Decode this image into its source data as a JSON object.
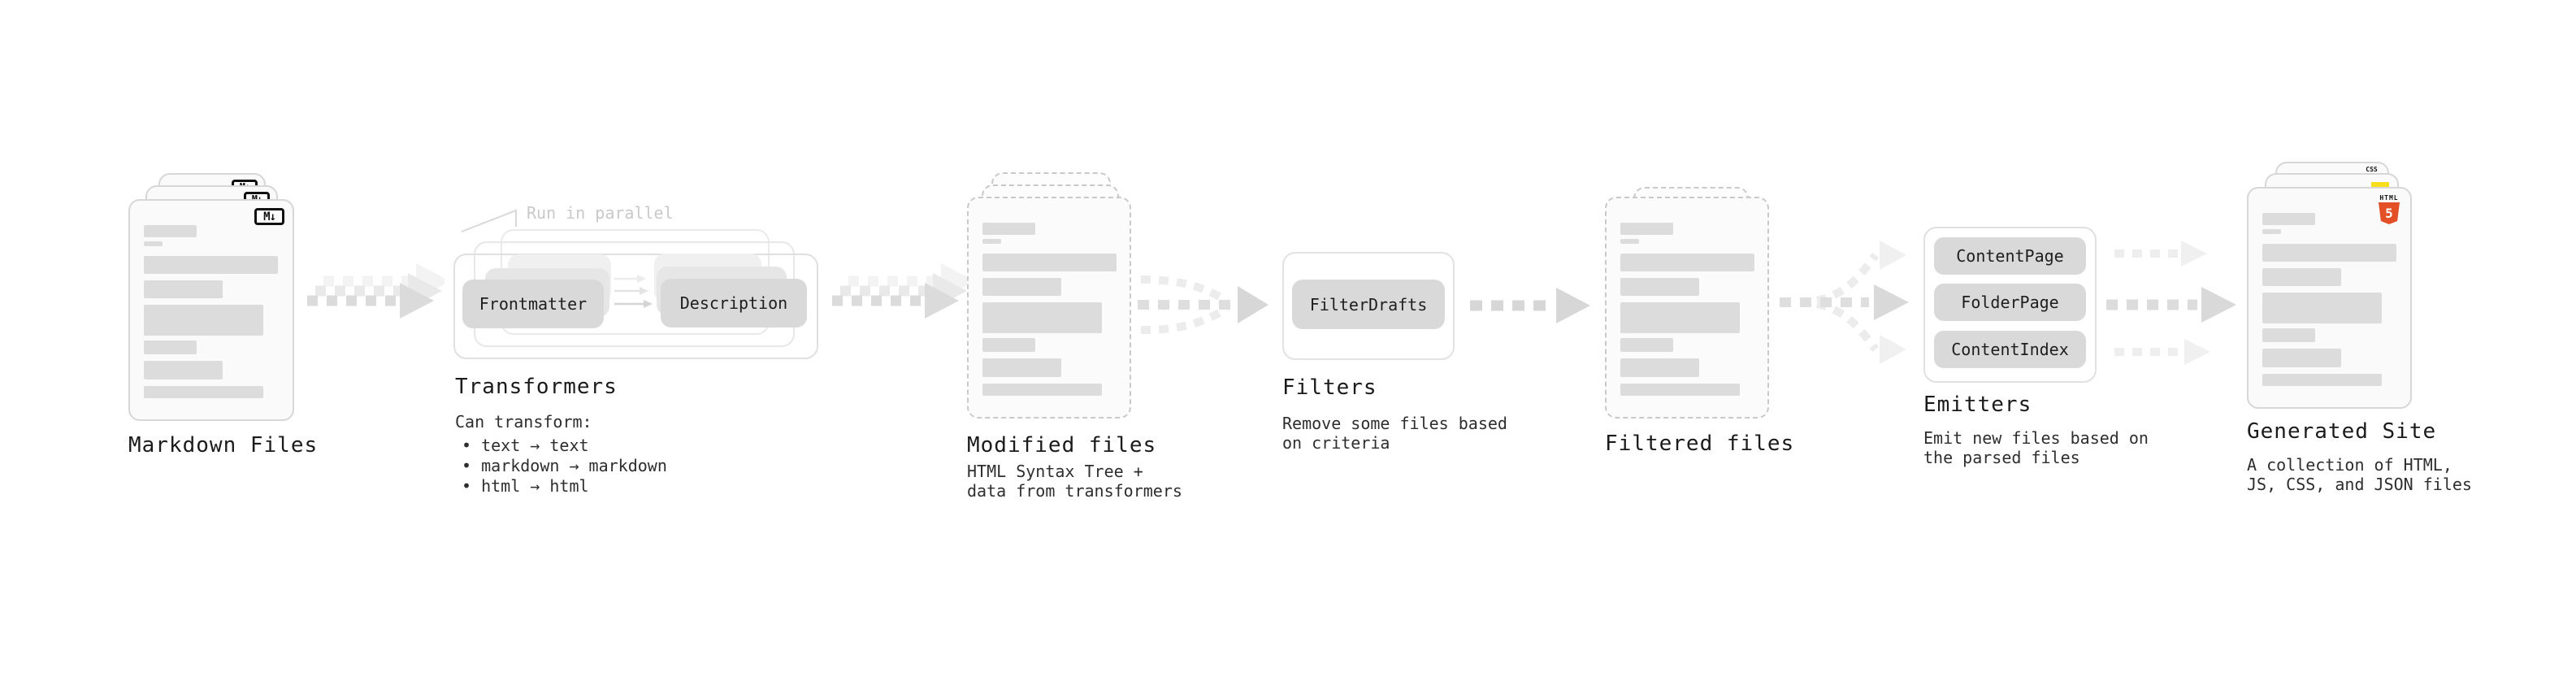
{
  "stages": {
    "markdown": {
      "label": "Markdown Files",
      "badge": "M↓"
    },
    "transformers": {
      "label": "Transformers",
      "note": "Run in parallel",
      "desc_title": "Can transform:",
      "bullets": [
        "• text → text",
        "• markdown → markdown",
        "• html → html"
      ],
      "node1": "Frontmatter",
      "node2": "Description"
    },
    "modified": {
      "label": "Modified files",
      "desc": "HTML Syntax Tree +\ndata from transformers"
    },
    "filters": {
      "label": "Filters",
      "node": "FilterDrafts",
      "desc": "Remove some files based\non criteria"
    },
    "filtered": {
      "label": "Filtered files"
    },
    "emitters": {
      "label": "Emitters",
      "nodes": [
        "ContentPage",
        "FolderPage",
        "ContentIndex"
      ],
      "desc": "Emit new files based on\nthe parsed files"
    },
    "generated": {
      "label": "Generated Site",
      "desc": "A collection of HTML,\nJS, CSS, and JSON files",
      "badge_css": "CSS",
      "badge_html_word": "HTML",
      "badge_html_num": "5"
    }
  },
  "colors": {
    "html5_orange": "#e34f26",
    "js_yellow": "#f7df1e",
    "css_blue": "#2f6fe4",
    "node_gray": "#d9d9d9",
    "bar_gray": "#dcdcdc",
    "note_gray": "#c9c9c9"
  }
}
